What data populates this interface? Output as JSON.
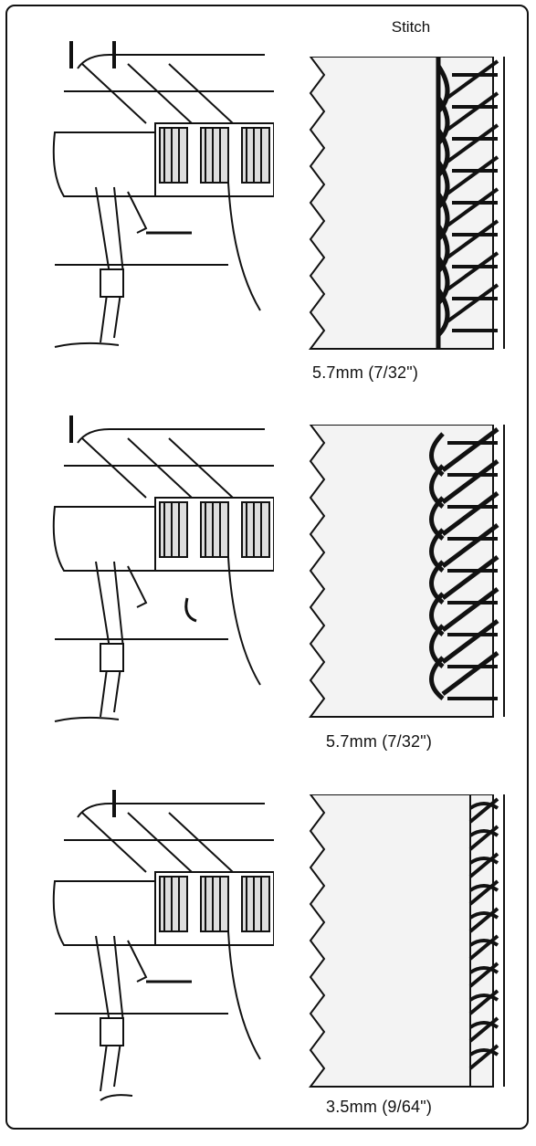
{
  "header": {
    "title": "Stitch"
  },
  "panels": [
    {
      "caption": "5.7mm (7/32\")"
    },
    {
      "caption": "5.7mm (7/32\")"
    },
    {
      "caption": "3.5mm (9/64\")"
    }
  ],
  "colors": {
    "ink": "#111111",
    "fabric": "#f3f3f3",
    "background": "#ffffff"
  }
}
